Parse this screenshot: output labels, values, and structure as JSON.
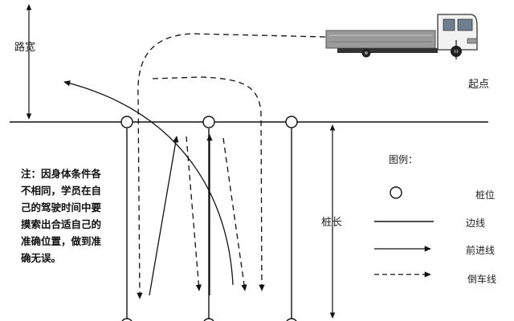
{
  "labels": {
    "road_width": "路宽",
    "start": "起点",
    "stake_length": "桩长"
  },
  "note": {
    "lines": [
      "注：因身体条件各",
      "不相同，学员在自",
      "己的驾驶时间中要",
      "摸索出合适自己的",
      "准确位置，做到准",
      "确无误。"
    ]
  },
  "legend": {
    "title": "图例：",
    "items": [
      {
        "icon": "stake-circle-icon",
        "label": "桩位"
      },
      {
        "icon": "solid-line-icon",
        "label": "边线"
      },
      {
        "icon": "solid-arrow-icon",
        "label": "前进线"
      },
      {
        "icon": "dashed-arrow-icon",
        "label": "倒车线"
      }
    ]
  },
  "colors": {
    "line": "#111111",
    "truck_cab": "#f2f2f2",
    "truck_bed": "#9a9a9a"
  }
}
